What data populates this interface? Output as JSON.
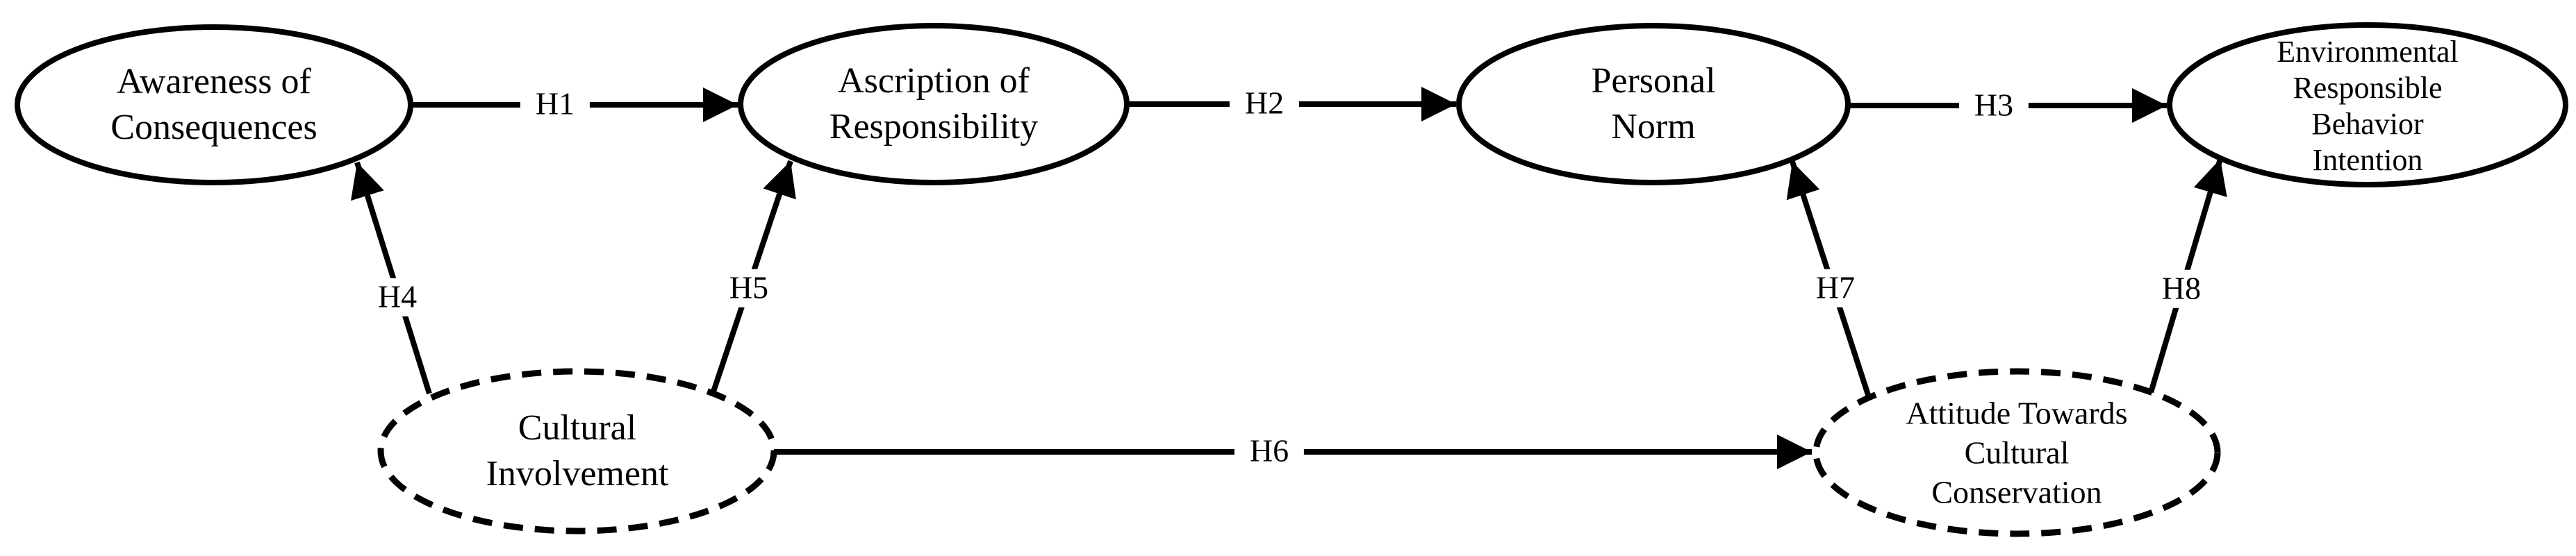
{
  "nodes": {
    "awareness": {
      "label": "Awareness of\nConsequences",
      "border": "solid"
    },
    "ascription": {
      "label": "Ascription of\nResponsibility",
      "border": "solid"
    },
    "personal_norm": {
      "label": "Personal\nNorm",
      "border": "solid"
    },
    "erbi": {
      "label": "Environmental\nResponsible\nBehavior\nIntention",
      "border": "solid"
    },
    "cultural_involvement": {
      "label": "Cultural\nInvolvement",
      "border": "dashed"
    },
    "attitude": {
      "label": "Attitude Towards\nCultural\nConservation",
      "border": "dashed"
    }
  },
  "edges": {
    "h1": {
      "label": "H1",
      "from": "awareness",
      "to": "ascription"
    },
    "h2": {
      "label": "H2",
      "from": "ascription",
      "to": "personal_norm"
    },
    "h3": {
      "label": "H3",
      "from": "personal_norm",
      "to": "erbi"
    },
    "h4": {
      "label": "H4",
      "from": "cultural_involvement",
      "to": "awareness"
    },
    "h5": {
      "label": "H5",
      "from": "cultural_involvement",
      "to": "ascription"
    },
    "h6": {
      "label": "H6",
      "from": "cultural_involvement",
      "to": "attitude"
    },
    "h7": {
      "label": "H7",
      "from": "attitude",
      "to": "personal_norm"
    },
    "h8": {
      "label": "H8",
      "from": "attitude",
      "to": "erbi"
    }
  },
  "colors": {
    "ink": "#000000",
    "background": "#ffffff",
    "node_fill": "#ffffff"
  }
}
